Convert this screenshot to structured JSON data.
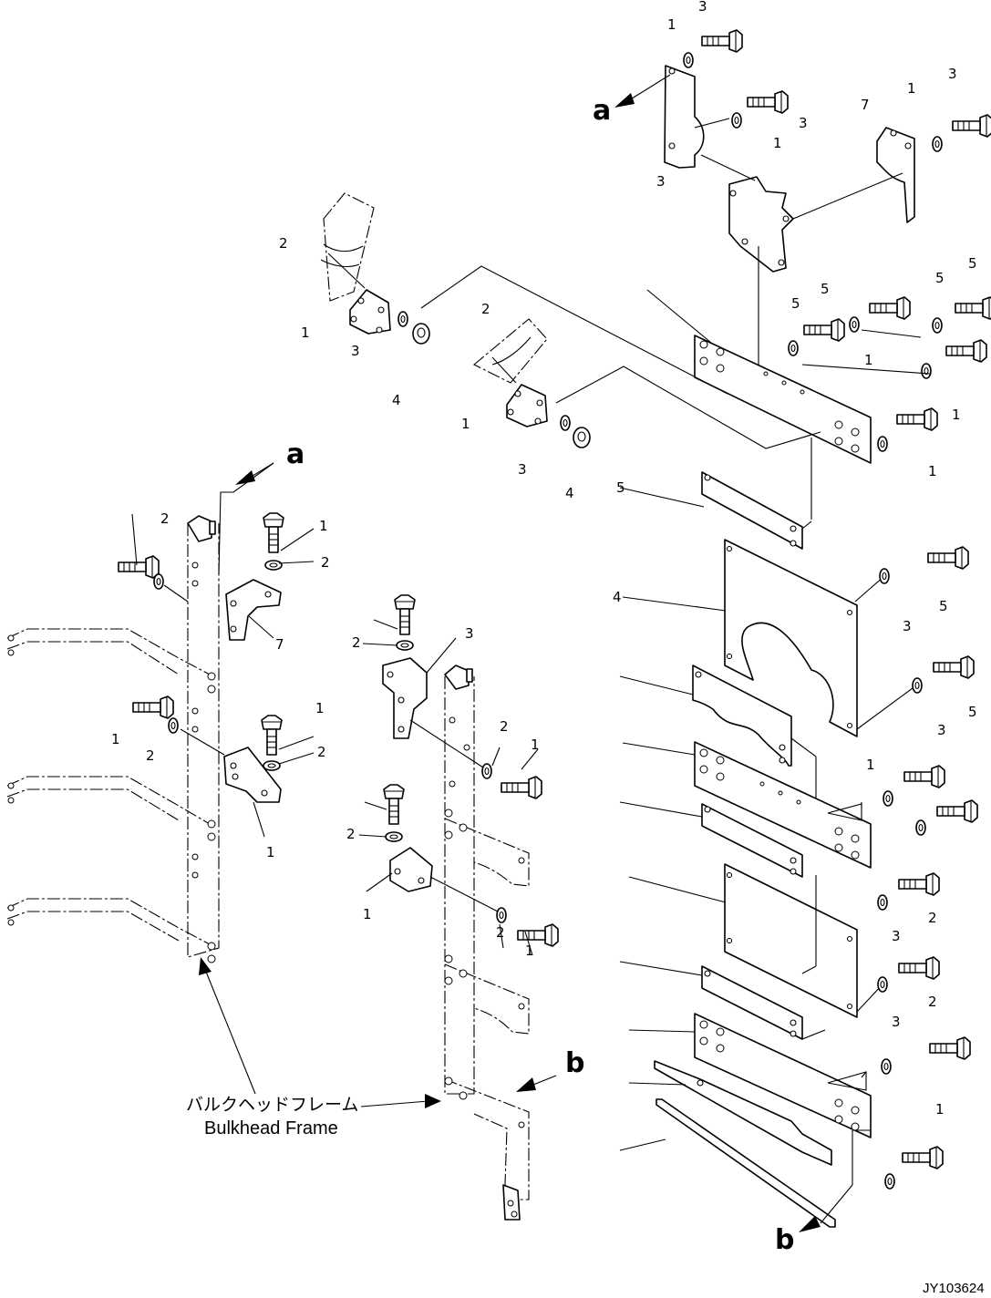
{
  "references": {
    "a": "a",
    "b": "b"
  },
  "caption": {
    "japanese": "バルクヘッドフレーム",
    "english": "Bulkhead Frame"
  },
  "drawing_code": "JY103624",
  "callouts": {
    "one": "1",
    "two": "2",
    "three": "3",
    "four": "4",
    "five": "5",
    "seven": "7"
  }
}
